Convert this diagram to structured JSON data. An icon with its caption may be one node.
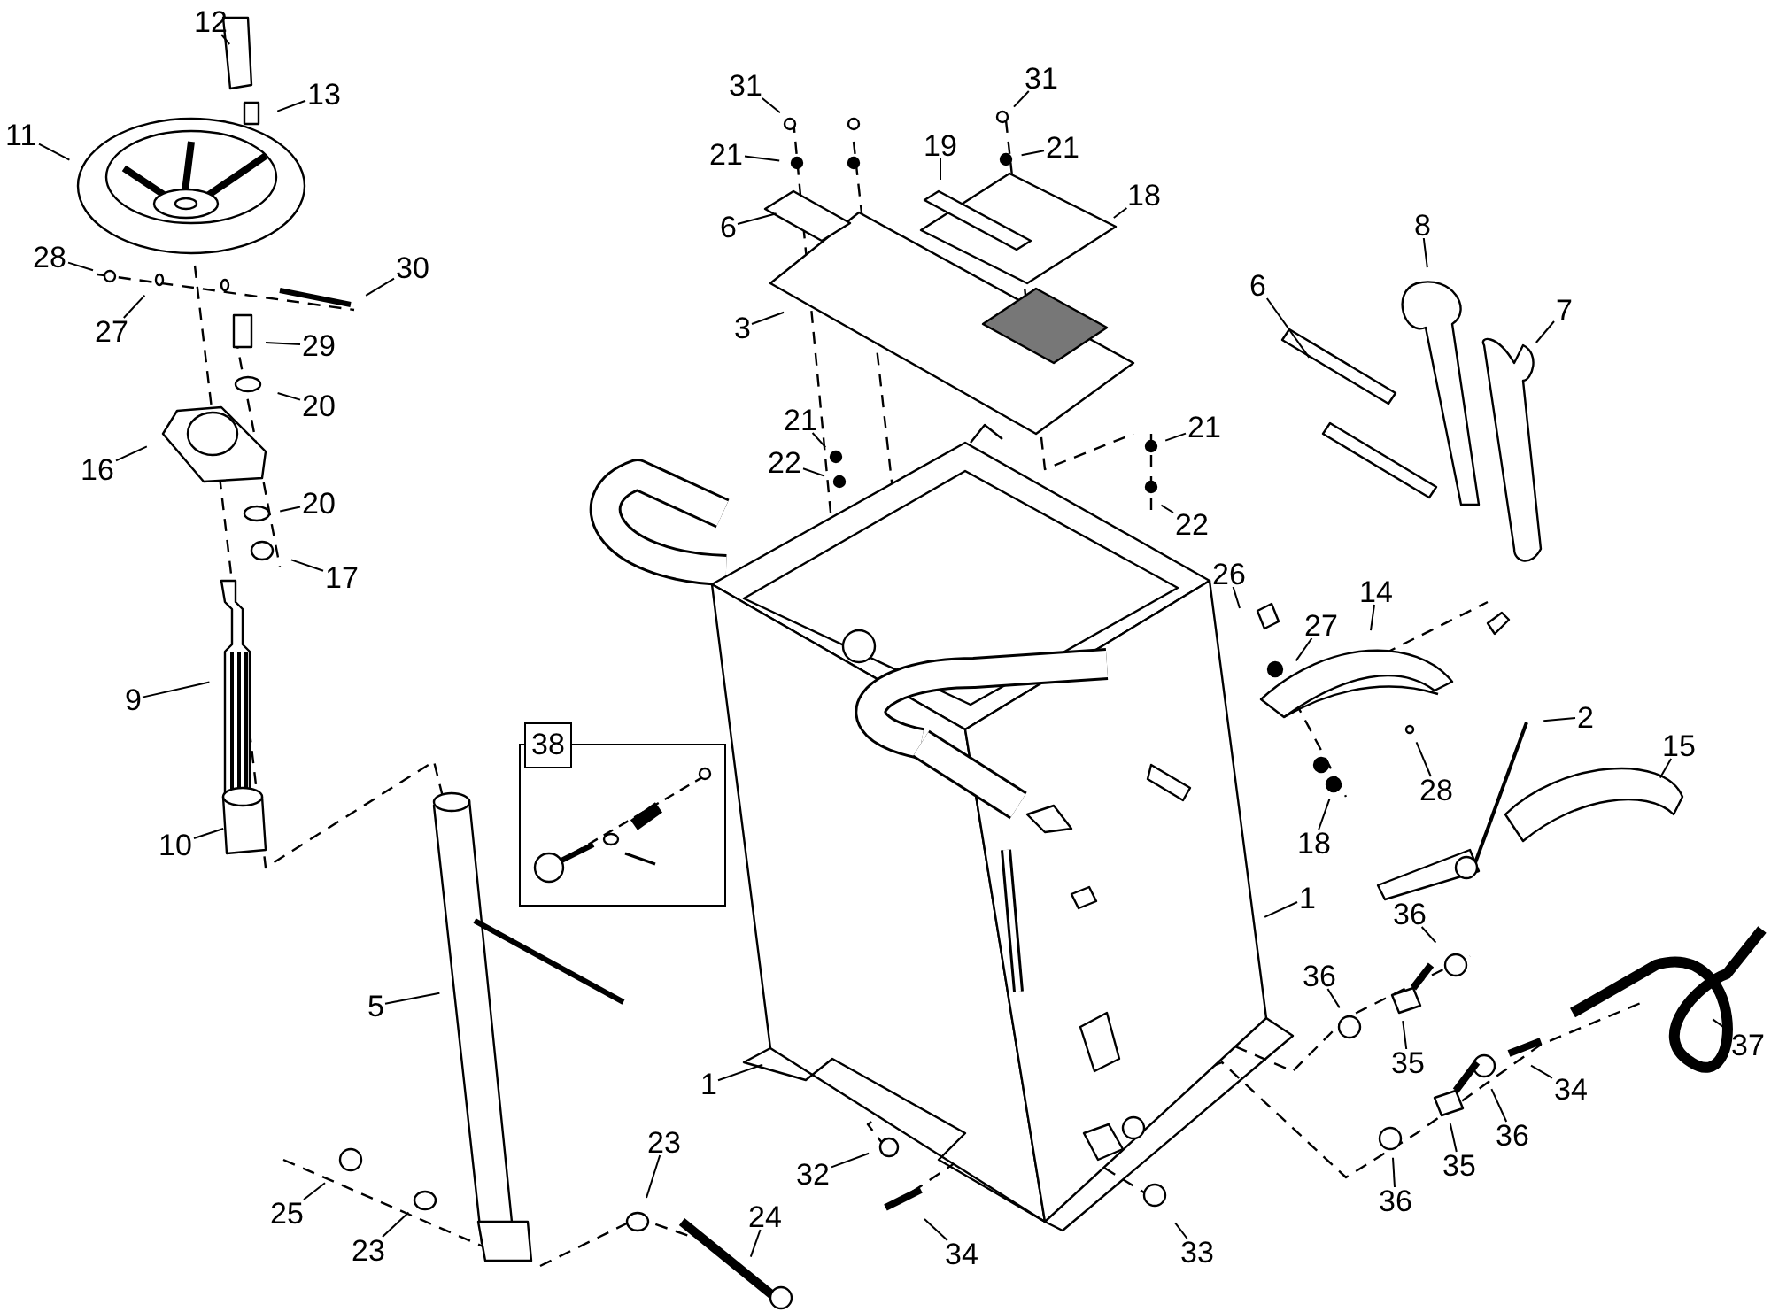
{
  "diagram": {
    "nodes": [
      {
        "text": [
          "12"
        ]
      },
      {
        "text": [
          "13"
        ]
      },
      {
        "text": [
          "11"
        ]
      },
      {
        "text": [
          "28"
        ]
      },
      {
        "text": [
          "27"
        ]
      },
      {
        "text": [
          "30"
        ]
      },
      {
        "text": [
          "29"
        ]
      },
      {
        "text": [
          "20"
        ]
      },
      {
        "text": [
          "16"
        ]
      },
      {
        "text": [
          "20"
        ]
      },
      {
        "text": [
          "17"
        ]
      },
      {
        "text": [
          "9"
        ]
      },
      {
        "text": [
          "10"
        ]
      },
      {
        "text": [
          "31"
        ]
      },
      {
        "text": [
          "31"
        ]
      },
      {
        "text": [
          "21"
        ]
      },
      {
        "text": [
          "21"
        ]
      },
      {
        "text": [
          "19"
        ]
      },
      {
        "text": [
          "18"
        ]
      },
      {
        "text": [
          "6"
        ]
      },
      {
        "text": [
          "3"
        ]
      },
      {
        "text": [
          "21"
        ]
      },
      {
        "text": [
          "22"
        ]
      },
      {
        "text": [
          "21"
        ]
      },
      {
        "text": [
          "22"
        ]
      },
      {
        "text": [
          "8"
        ]
      },
      {
        "text": [
          "7"
        ]
      },
      {
        "text": [
          "6"
        ]
      },
      {
        "text": [
          "26"
        ]
      },
      {
        "text": [
          "27"
        ]
      },
      {
        "text": [
          "14"
        ]
      },
      {
        "text": [
          "28"
        ]
      },
      {
        "text": [
          "18"
        ]
      },
      {
        "text": [
          "2"
        ]
      },
      {
        "text": [
          "15"
        ]
      },
      {
        "text": [
          "1"
        ]
      },
      {
        "text": [
          "38"
        ]
      },
      {
        "text": [
          "1"
        ]
      },
      {
        "text": [
          "5"
        ]
      },
      {
        "text": [
          "36"
        ]
      },
      {
        "text": [
          "36"
        ]
      },
      {
        "text": [
          "35"
        ]
      },
      {
        "text": [
          "34"
        ]
      },
      {
        "text": [
          "36"
        ]
      },
      {
        "text": [
          "35"
        ]
      },
      {
        "text": [
          "36"
        ]
      },
      {
        "text": [
          "37"
        ]
      },
      {
        "text": [
          "32"
        ]
      },
      {
        "text": [
          "34"
        ]
      },
      {
        "text": [
          "33"
        ]
      },
      {
        "text": [
          "23"
        ]
      },
      {
        "text": [
          "25"
        ]
      },
      {
        "text": [
          "23"
        ]
      },
      {
        "text": [
          "24"
        ]
      }
    ],
    "edges": [
      {
        "from": 0,
        "to": null,
        "arrow": "none"
      },
      {
        "from": 1,
        "to": null,
        "arrow": "none"
      },
      {
        "from": 2,
        "to": null,
        "arrow": "none"
      },
      {
        "from": 3,
        "to": null,
        "arrow": "none"
      },
      {
        "from": 4,
        "to": null,
        "arrow": "none"
      },
      {
        "from": 5,
        "to": null,
        "arrow": "none"
      },
      {
        "from": 6,
        "to": null,
        "arrow": "none"
      },
      {
        "from": 7,
        "to": null,
        "arrow": "none"
      },
      {
        "from": 8,
        "to": null,
        "arrow": "none"
      },
      {
        "from": 9,
        "to": null,
        "arrow": "none"
      },
      {
        "from": 10,
        "to": null,
        "arrow": "none"
      },
      {
        "from": 11,
        "to": null,
        "arrow": "none"
      },
      {
        "from": 12,
        "to": null,
        "arrow": "none"
      },
      {
        "from": 13,
        "to": null,
        "arrow": "none"
      },
      {
        "from": 14,
        "to": null,
        "arrow": "none"
      },
      {
        "from": 15,
        "to": null,
        "arrow": "none"
      },
      {
        "from": 16,
        "to": null,
        "arrow": "none"
      },
      {
        "from": 17,
        "to": null,
        "arrow": "none"
      },
      {
        "from": 18,
        "to": null,
        "arrow": "none"
      },
      {
        "from": 19,
        "to": null,
        "arrow": "none"
      },
      {
        "from": 20,
        "to": null,
        "arrow": "none"
      },
      {
        "from": 21,
        "to": null,
        "arrow": "none"
      },
      {
        "from": 22,
        "to": null,
        "arrow": "none"
      },
      {
        "from": 23,
        "to": null,
        "arrow": "none"
      },
      {
        "from": 24,
        "to": null,
        "arrow": "none"
      },
      {
        "from": 25,
        "to": null,
        "arrow": "none"
      },
      {
        "from": 26,
        "to": null,
        "arrow": "none"
      },
      {
        "from": 27,
        "to": null,
        "arrow": "none"
      },
      {
        "from": 28,
        "to": null,
        "arrow": "none"
      },
      {
        "from": 29,
        "to": null,
        "arrow": "none"
      },
      {
        "from": 30,
        "to": null,
        "arrow": "none"
      },
      {
        "from": 31,
        "to": null,
        "arrow": "none"
      },
      {
        "from": 32,
        "to": null,
        "arrow": "none"
      },
      {
        "from": 33,
        "to": null,
        "arrow": "none"
      },
      {
        "from": 34,
        "to": null,
        "arrow": "none"
      },
      {
        "from": 35,
        "to": null,
        "arrow": "none"
      },
      {
        "from": 37,
        "to": null,
        "arrow": "none"
      },
      {
        "from": 38,
        "to": null,
        "arrow": "none"
      },
      {
        "from": 39,
        "to": null,
        "arrow": "none"
      },
      {
        "from": 40,
        "to": null,
        "arrow": "none"
      },
      {
        "from": 41,
        "to": null,
        "arrow": "none"
      },
      {
        "from": 42,
        "to": null,
        "arrow": "none"
      },
      {
        "from": 43,
        "to": null,
        "arrow": "none"
      },
      {
        "from": 44,
        "to": null,
        "arrow": "none"
      },
      {
        "from": 45,
        "to": null,
        "arrow": "none"
      },
      {
        "from": 46,
        "to": null,
        "arrow": "none"
      },
      {
        "from": 47,
        "to": null,
        "arrow": "none"
      },
      {
        "from": 48,
        "to": null,
        "arrow": "none"
      },
      {
        "from": 49,
        "to": null,
        "arrow": "none"
      },
      {
        "from": 50,
        "to": null,
        "arrow": "none"
      },
      {
        "from": 51,
        "to": null,
        "arrow": "none"
      },
      {
        "from": 52,
        "to": null,
        "arrow": "none"
      },
      {
        "from": 53,
        "to": null,
        "arrow": "none"
      }
    ]
  }
}
